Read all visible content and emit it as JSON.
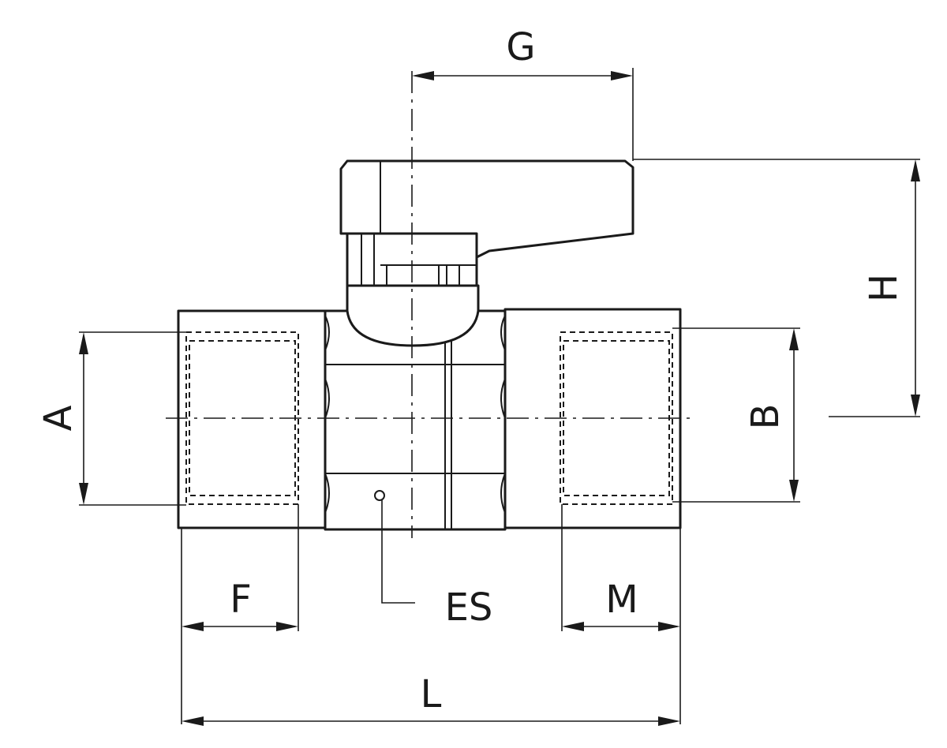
{
  "labels": {
    "A": "A",
    "B": "B",
    "F": "F",
    "G": "G",
    "H": "H",
    "L": "L",
    "M": "M",
    "ES": "ES"
  }
}
